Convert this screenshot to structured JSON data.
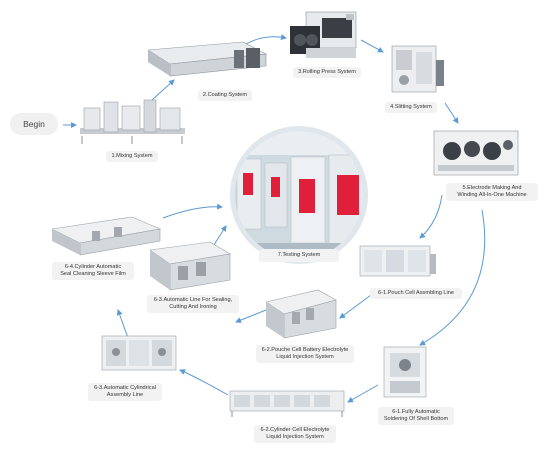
{
  "begin": "Begin",
  "colors": {
    "arrow": "#5b9ad5",
    "label_bg": "#f2f2f2",
    "center_ring": "#dfe6ec",
    "indicator_red": "#e0203a"
  },
  "stages": [
    {
      "id": "mixing",
      "lines": [
        "1.Mixing System"
      ]
    },
    {
      "id": "coating",
      "lines": [
        "2.Coating System"
      ]
    },
    {
      "id": "rolling",
      "lines": [
        "3.Rolling Press System"
      ]
    },
    {
      "id": "slitting",
      "lines": [
        "4.Slitting System"
      ]
    },
    {
      "id": "electrode",
      "lines": [
        "5.Electrode Making And",
        "Winding All-In-One Machine"
      ]
    },
    {
      "id": "pouch-assembling",
      "lines": [
        "6-1.Pouch Cell Assmbling Line"
      ]
    },
    {
      "id": "soldering",
      "lines": [
        "6-1.Fully Automatic",
        "Soldering Of Shell Bottom"
      ]
    },
    {
      "id": "pouch-injection",
      "lines": [
        "6-2.Pouche Cell Battery Electrolyte",
        "Liquid Injection System"
      ]
    },
    {
      "id": "cylinder-injection",
      "lines": [
        "6-2.Cylinder Cell Electrolyte",
        "Liquid Injection System"
      ]
    },
    {
      "id": "sealing",
      "lines": [
        "6-3.Automatic Line For Sealing,",
        "Cutting And Ironing"
      ]
    },
    {
      "id": "cylindrical-assembly",
      "lines": [
        "6-3.Automatic Cylindrical",
        "Assembly Line"
      ]
    },
    {
      "id": "sleeve",
      "lines": [
        "6-4.Cylinder Automatic",
        "Seal Cleaning Sleeve Film"
      ]
    },
    {
      "id": "testing",
      "lines": [
        "7.Testing System"
      ]
    }
  ]
}
